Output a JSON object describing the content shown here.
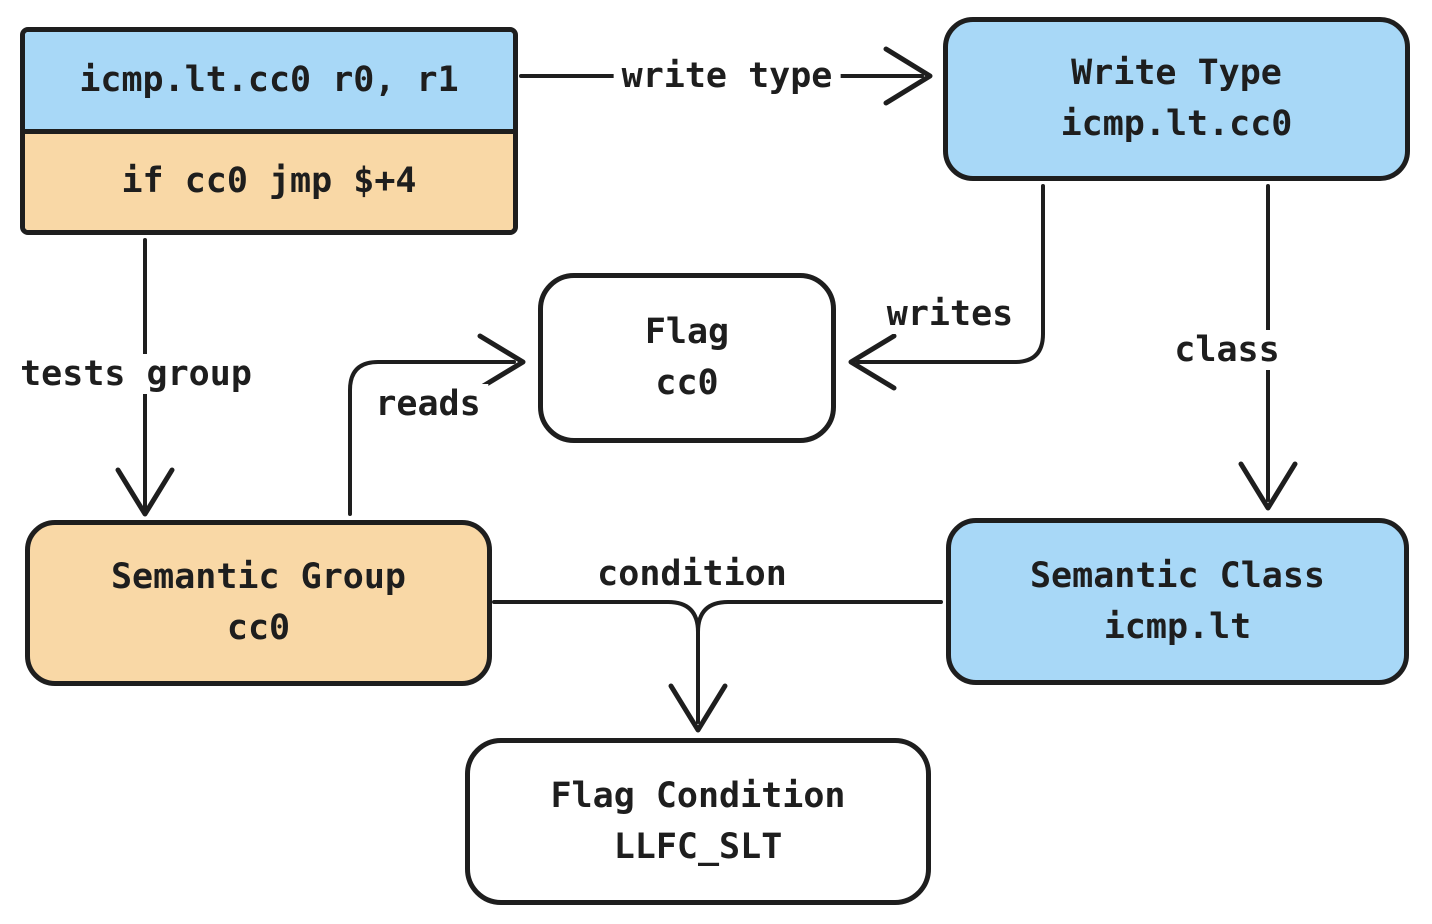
{
  "canvas": {
    "background": "#ffffff"
  },
  "colors": {
    "node_blue": "#a8d8f7",
    "node_orange": "#f9d8a6",
    "node_white": "#ffffff",
    "stroke": "#1e1e1e"
  },
  "nodes": {
    "instruction": {
      "compare": "icmp.lt.cc0 r0, r1",
      "branch": "if cc0 jmp $+4"
    },
    "write_type": {
      "title": "Write Type",
      "value": "icmp.lt.cc0"
    },
    "flag": {
      "title": "Flag",
      "value": "cc0"
    },
    "semantic_group": {
      "title": "Semantic Group",
      "value": "cc0"
    },
    "semantic_class": {
      "title": "Semantic Class",
      "value": "icmp.lt"
    },
    "flag_condition": {
      "title": "Flag Condition",
      "value": "LLFC_SLT"
    }
  },
  "edges": {
    "write_type": {
      "label": "write type",
      "from": "instruction",
      "to": "write_type"
    },
    "tests_group": {
      "label": "tests group",
      "from": "instruction",
      "to": "semantic_group"
    },
    "writes": {
      "label": "writes",
      "from": "write_type",
      "to": "flag"
    },
    "class": {
      "label": "class",
      "from": "write_type",
      "to": "semantic_class"
    },
    "reads": {
      "label": "reads",
      "from": "semantic_group",
      "to": "flag"
    },
    "condition": {
      "label": "condition",
      "from": "semantic_group + semantic_class",
      "to": "flag_condition"
    }
  }
}
